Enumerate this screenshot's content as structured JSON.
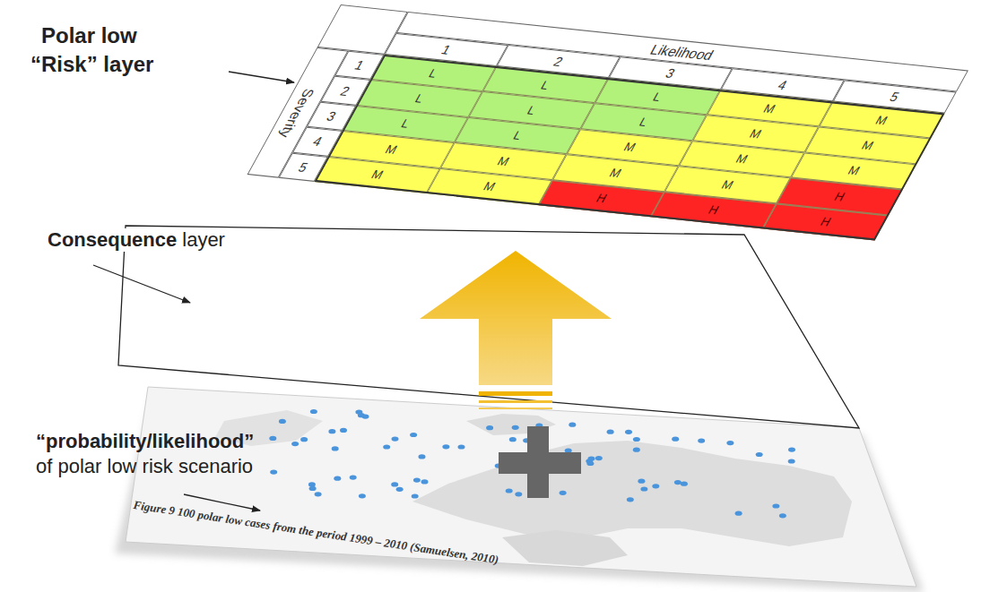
{
  "diagram": {
    "labels": [
      "Polar low",
      "“Risk” layer",
      "Likelihood",
      "1",
      "2",
      "3",
      "4",
      "5",
      "Severity",
      "1",
      "2",
      "3",
      "4",
      "5",
      "L",
      "L",
      "L",
      "M",
      "M",
      "L",
      "L",
      "L",
      "M",
      "M",
      "L",
      "L",
      "M",
      "M",
      "M",
      "M",
      "M",
      "M",
      "M",
      "H",
      "M",
      "M",
      "H",
      "H",
      "H",
      "Consequence",
      "layer",
      "“probability/likelihood”",
      "of polar low risk scenario",
      "Figure 9 100 polar low cases from the period 1999 – 2010 (Samuelsen, 2010)"
    ]
  }
}
